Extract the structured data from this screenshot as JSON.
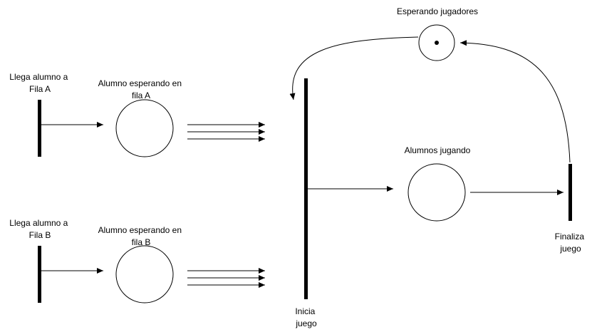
{
  "diagram": {
    "places": {
      "waiting_players": "Esperando jugadores",
      "queue_a": [
        "Alumno esperando en",
        "fila A"
      ],
      "queue_b": [
        "Alumno esperando en",
        "fila B"
      ],
      "playing": "Alumnos jugando"
    },
    "transitions": {
      "arrive_a": [
        "Llega alumno a",
        "Fila A"
      ],
      "arrive_b": [
        "Llega alumno a",
        "Fila B"
      ],
      "start_game": [
        "Inicia",
        "juego"
      ],
      "end_game": [
        "Finaliza",
        "juego"
      ]
    },
    "tokens": {
      "waiting_players": 1
    },
    "colors": {
      "stroke": "#000000",
      "fill": "#ffffff"
    }
  }
}
